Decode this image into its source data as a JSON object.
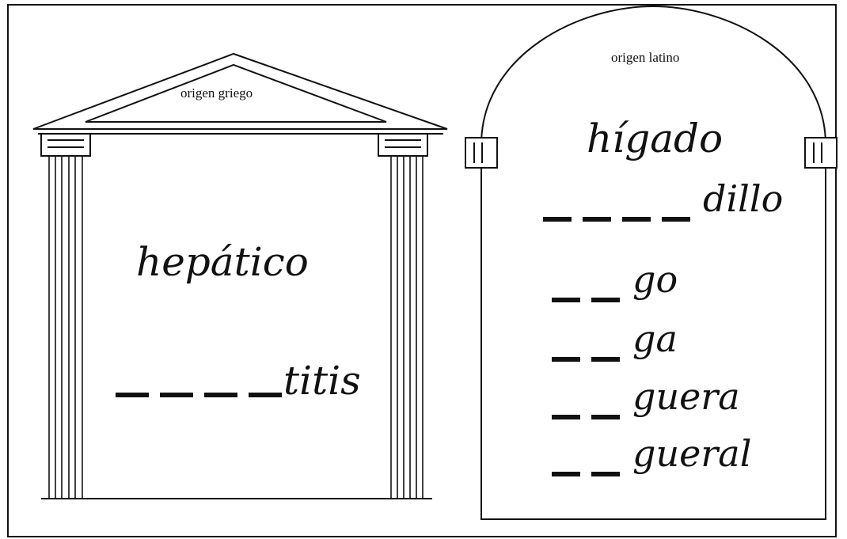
{
  "greek": {
    "label": "origen griego",
    "word": "hepático",
    "exercise": {
      "blank_count": 4,
      "suffix": "titis"
    }
  },
  "latin": {
    "label": "origen latino",
    "word": "hígado",
    "exercises": [
      {
        "blank_count": 4,
        "suffix": "dillo"
      },
      {
        "blank_count": 2,
        "suffix": "go"
      },
      {
        "blank_count": 2,
        "suffix": "ga"
      },
      {
        "blank_count": 2,
        "suffix": "guera"
      },
      {
        "blank_count": 2,
        "suffix": "gueral"
      }
    ]
  },
  "colors": {
    "ink": "#111111",
    "paper": "#ffffff"
  }
}
